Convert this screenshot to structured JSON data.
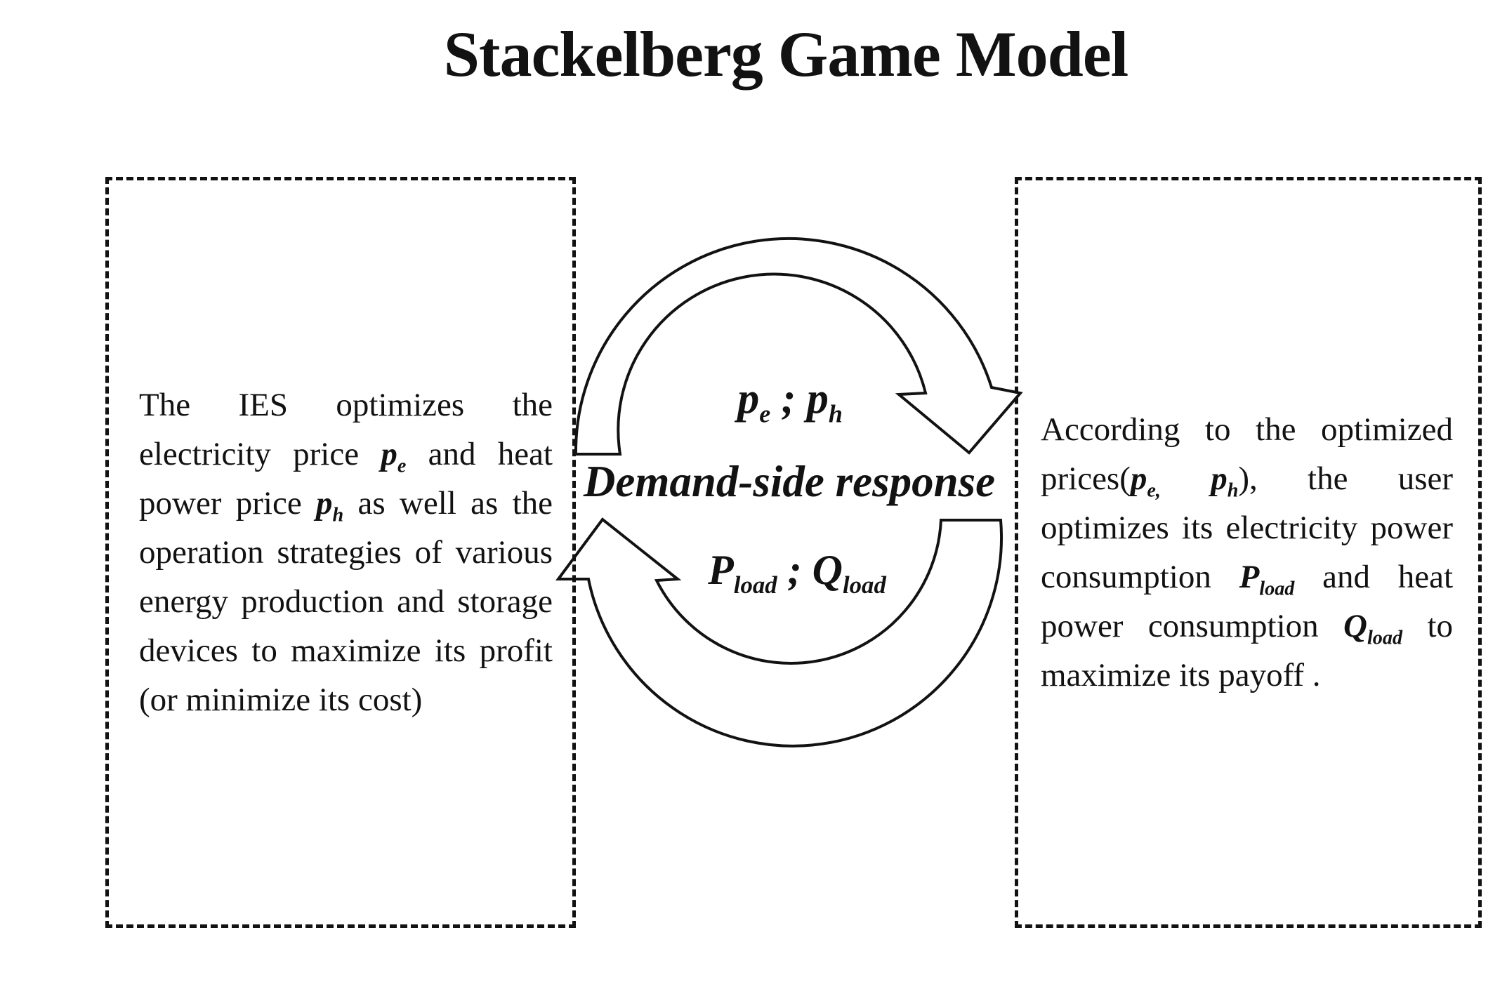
{
  "title": "Stackelberg Game Model",
  "ies_box": {
    "t1": "The IES optimizes the electricity price ",
    "pe_base": "p",
    "pe_sub": "e",
    "t2": " and heat power price ",
    "ph_base": "p",
    "ph_sub": "h",
    "t3": " as well as the operation strategies of various energy production and storage devices to maximize its profit (or minimize its cost)"
  },
  "user_box": {
    "t1": "According to the optimized prices(",
    "pe_base": "p",
    "pe_sub": "e,",
    "t2": " ",
    "ph_base": "p",
    "ph_sub": "h",
    "t3": "), the user optimizes its electricity power consumption ",
    "pload_base": "P",
    "pload_sub": "load",
    "t4": " and heat power consumption ",
    "qload_base": "Q",
    "qload_sub": "load",
    "t5": " to maximize its payoff ."
  },
  "cycle": {
    "price_label": {
      "p1": "p",
      "s1": "e",
      "sep": " ; ",
      "p2": "p",
      "s2": "h"
    },
    "dsr_label": "Demand-side response",
    "load_label": {
      "p1": "P",
      "s1": "load",
      "sep": " ; ",
      "p2": "Q",
      "s2": "load"
    }
  },
  "colors": {
    "ink": "#121212",
    "background": "#ffffff"
  }
}
